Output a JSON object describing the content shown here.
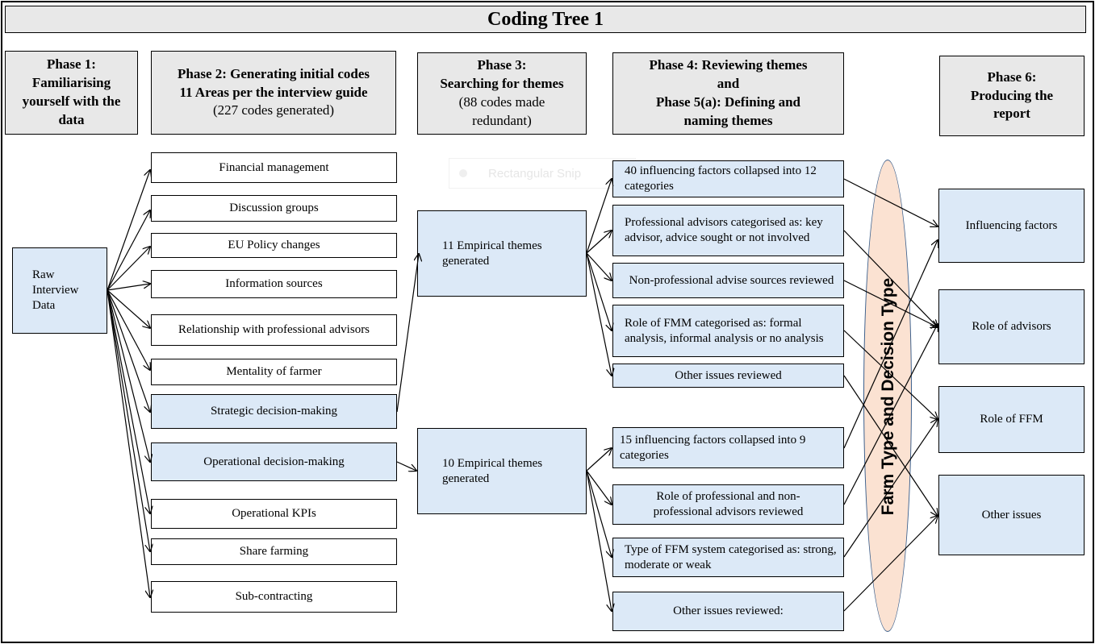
{
  "title": "Coding Tree 1",
  "phases": {
    "p1": [
      "Phase 1:",
      "Familiarising",
      "yourself with the",
      "data"
    ],
    "p2_bold": [
      "Phase 2: Generating initial codes",
      "11 Areas per the interview guide"
    ],
    "p2_sub": "(227 codes generated)",
    "p3_bold": [
      "Phase 3:",
      "Searching for themes"
    ],
    "p3_sub": [
      "(88 codes made",
      "redundant)"
    ],
    "p4": [
      "Phase 4: Reviewing themes",
      "and",
      "Phase 5(a): Defining and",
      "naming themes"
    ],
    "p6": [
      "Phase 6:",
      "Producing the",
      "report"
    ]
  },
  "raw_data": "Raw Interview Data",
  "areas": [
    "Financial management",
    "Discussion groups",
    "EU Policy changes",
    "Information sources",
    "Relationship with professional advisors",
    "Mentality of farmer",
    "Strategic decision-making",
    "Operational decision-making",
    "Operational KPIs",
    "Share farming",
    "Sub-contracting"
  ],
  "themes": [
    "11 Empirical themes generated",
    "10 Empirical themes generated"
  ],
  "reviews": [
    "40 influencing factors collapsed into 12 categories",
    "Professional advisors categorised as: key advisor, advice sought or not involved",
    "Non-professional advise sources reviewed",
    "Role of FMM categorised as: formal analysis, informal analysis or no analysis",
    "Other issues reviewed",
    "15 influencing factors collapsed into 9 categories",
    "Role of professional and non-professional advisors reviewed",
    "Type of FFM system categorised as: strong, moderate or weak",
    "Other issues reviewed:"
  ],
  "ellipse_label": "Farm Type and Decision Type",
  "outputs": [
    "Influencing factors",
    "Role of advisors",
    "Role of FFM",
    "Other issues"
  ],
  "ghost_label": "Rectangular Snip",
  "colors": {
    "grey": "#e8e8e8",
    "blue": "#dce9f7",
    "ellipse": "#fbe2d2"
  }
}
